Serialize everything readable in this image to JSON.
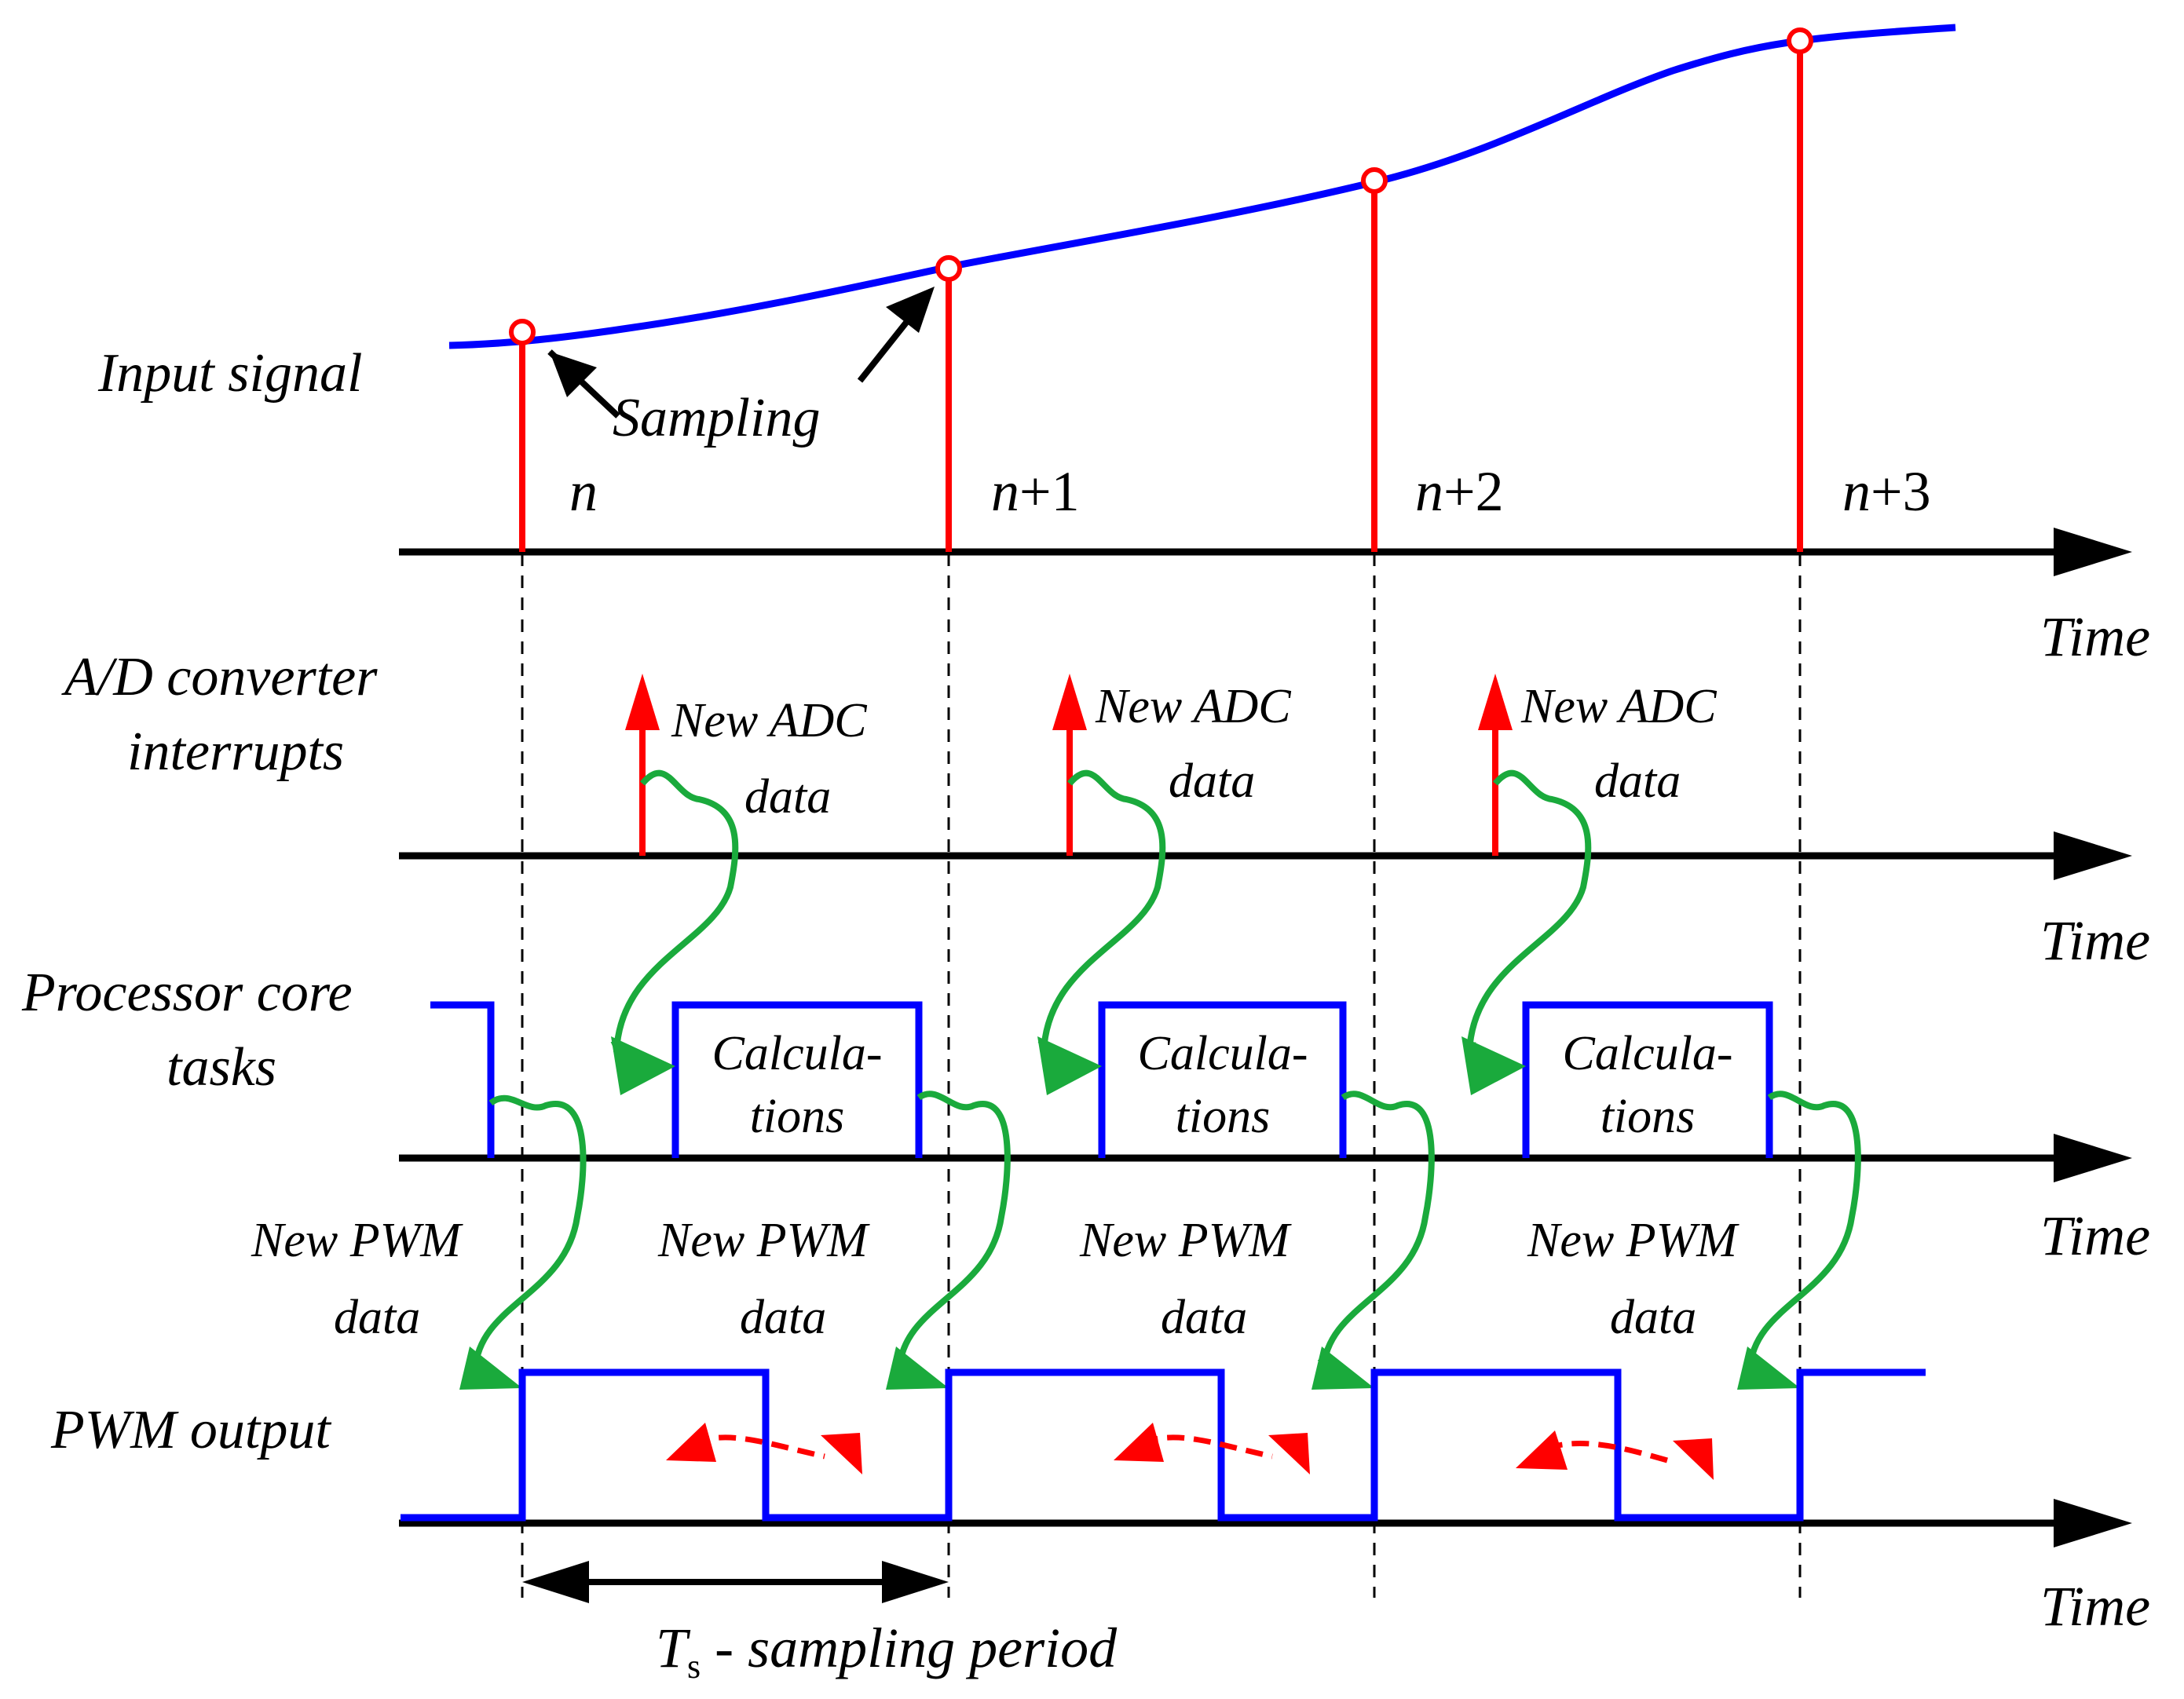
{
  "rows": {
    "input": "Input signal",
    "adc_line1": "A/D converter",
    "adc_line2": "interrupts",
    "core_line1": "Processor core",
    "core_line2": "tasks",
    "pwm": "PWM output"
  },
  "axis": {
    "time": "Time"
  },
  "sampling": "Sampling",
  "samples": {
    "n": "n",
    "n1": "n",
    "n2": "n",
    "n3": "n",
    "plus1": "+1",
    "plus2": "+2",
    "plus3": "+3"
  },
  "adc_events": {
    "line1": "New ADC",
    "line2": "data"
  },
  "calc": {
    "line1": "Calcula-",
    "line2": "tions"
  },
  "pwm_events": {
    "line1": "New PWM",
    "line2": "data"
  },
  "period": {
    "symbol": "T",
    "subscript": "s",
    "text": " - sampling period"
  },
  "colors": {
    "signal": "#0000ff",
    "sample": "#ff0000",
    "axis": "#000000",
    "transfer_arrow": "#1aaa3c",
    "modulation_arrow": "#ff0000"
  }
}
